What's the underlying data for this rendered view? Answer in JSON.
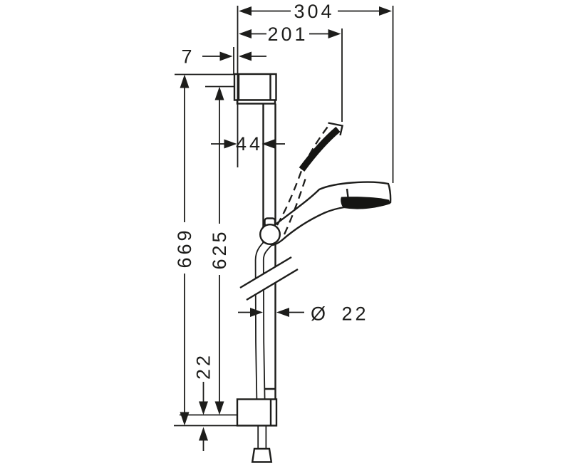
{
  "drawing": {
    "stroke_color": "#1d1d1b",
    "background_color": "#ffffff",
    "unit_style": "technical-dimension-drawing",
    "dimensions": {
      "overall_width": "304",
      "upper_width": "201",
      "top_offset": "7",
      "wall_to_rail": "44",
      "overall_height": "669",
      "hole_spacing": "625",
      "rail_diameter": "Ø 22",
      "bottom_offset": "22"
    }
  }
}
